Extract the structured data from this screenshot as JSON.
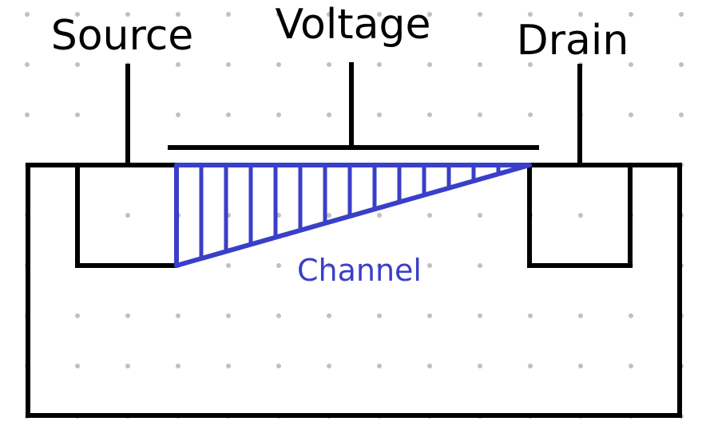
{
  "labels": {
    "source": "Source",
    "voltage": "Voltage",
    "drain": "Drain",
    "channel": "Channel"
  },
  "colors": {
    "background": "#ffffff",
    "dot_grid": "#c0c0c0",
    "outline": "#000000",
    "channel": "#3a3fc8"
  }
}
